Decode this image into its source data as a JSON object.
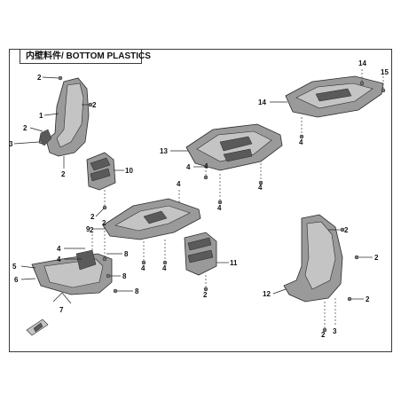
{
  "title": "内壁料件/ BOTTOM PLASTICS",
  "callouts": [
    "1",
    "2",
    "2",
    "2",
    "2",
    "3",
    "4",
    "4",
    "4",
    "5",
    "6",
    "7",
    "8",
    "8",
    "8",
    "9",
    "10",
    "11",
    "12",
    "13",
    "14",
    "14",
    "15",
    "2",
    "2",
    "2",
    "2",
    "3",
    "4",
    "4",
    "4",
    "4",
    "4",
    "2",
    "2",
    "2",
    "2",
    "4",
    "4"
  ]
}
